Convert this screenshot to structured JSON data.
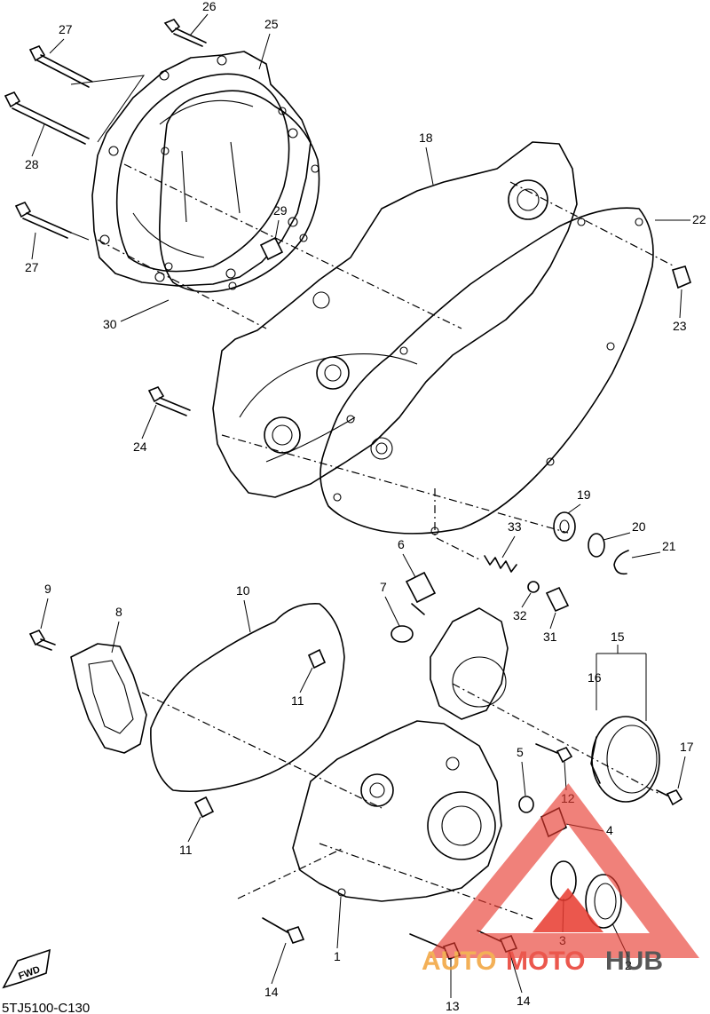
{
  "diagram_code": "5TJ5100-C130",
  "fwd_label": "FWD",
  "watermark": {
    "part1": "AUTO",
    "part2": "MOTO",
    "part3": "HUB",
    "color_red": "#e83a2f",
    "color_orange": "#f2a33a",
    "color_dark": "#3a3a3a"
  },
  "callouts": {
    "c1": "1",
    "c2": "2",
    "c3": "3",
    "c4": "4",
    "c5": "5",
    "c6": "6",
    "c7": "7",
    "c8": "8",
    "c9": "9",
    "c10": "10",
    "c11a": "11",
    "c11b": "11",
    "c12": "12",
    "c13": "13",
    "c14a": "14",
    "c14b": "14",
    "c15": "15",
    "c16": "16",
    "c17": "17",
    "c18": "18",
    "c19": "19",
    "c20": "20",
    "c21": "21",
    "c22": "22",
    "c23": "23",
    "c24": "24",
    "c25": "25",
    "c26": "26",
    "c27a": "27",
    "c27b": "27",
    "c28": "28",
    "c29": "29",
    "c30": "30",
    "c31": "31",
    "c32": "32",
    "c33": "33"
  }
}
